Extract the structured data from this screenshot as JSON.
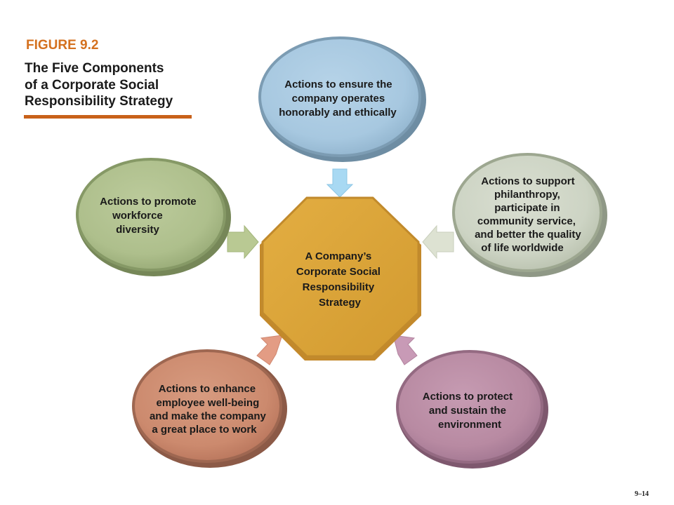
{
  "figure": {
    "label": "FIGURE 9.2",
    "title_lines": [
      "The Five Components",
      "of a Corporate Social",
      "Responsibility Strategy"
    ]
  },
  "center": {
    "lines": [
      "A Company’s",
      "Corporate Social",
      "Responsibility",
      "Strategy"
    ],
    "color": "#dda63a"
  },
  "components": [
    {
      "id": "ethics",
      "lines": [
        "Actions to ensure the",
        "company operates",
        "honorably and ethically"
      ],
      "color": "#a7c8e0"
    },
    {
      "id": "philanthropy",
      "lines": [
        "Actions to support",
        "philanthropy,",
        "participate in",
        "community service,",
        "and better the quality",
        "of life worldwide"
      ],
      "color": "#cdd4c4"
    },
    {
      "id": "environment",
      "lines": [
        "Actions to protect",
        "and sustain the",
        "environment"
      ],
      "color": "#b88aa2"
    },
    {
      "id": "employee",
      "lines": [
        "Actions to enhance",
        "employee well-being",
        "and make the company",
        "a great place to work"
      ],
      "color": "#cc8a6e"
    },
    {
      "id": "diversity",
      "lines": [
        "Actions to promote",
        "workforce",
        "diversity"
      ],
      "color": "#aebf8c"
    }
  ],
  "slide_number": "9–14"
}
